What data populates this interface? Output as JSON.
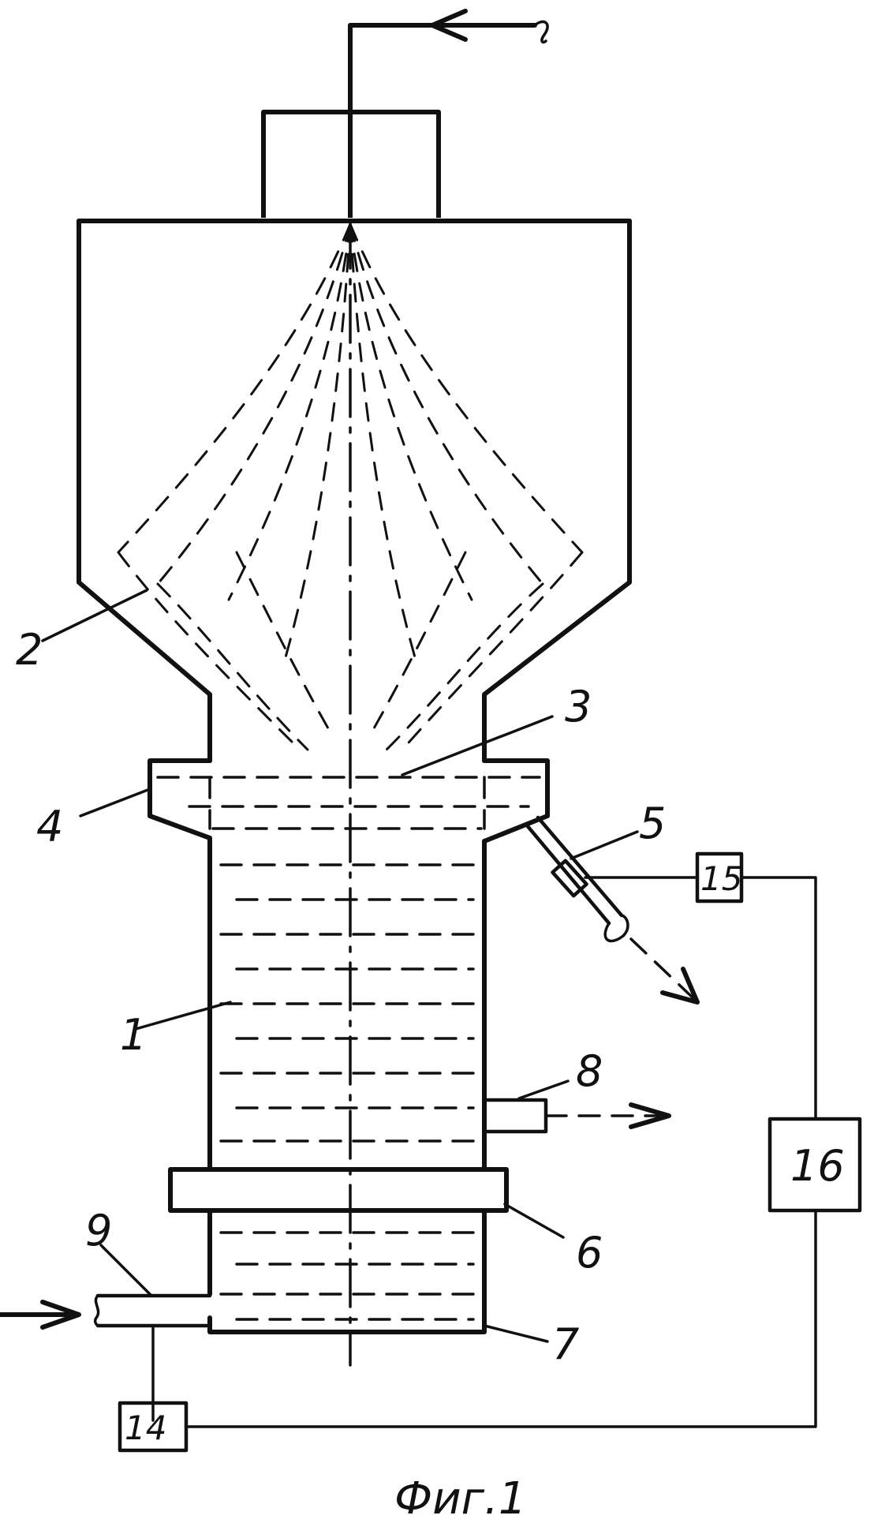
{
  "labels": {
    "l1": "1",
    "l2": "2",
    "l3": "3",
    "l4": "4",
    "l5": "5",
    "l6": "6",
    "l7": "7",
    "l8": "8",
    "l9": "9",
    "l14": "14",
    "l15": "15",
    "l16": "16"
  },
  "caption": "Фиг.1"
}
